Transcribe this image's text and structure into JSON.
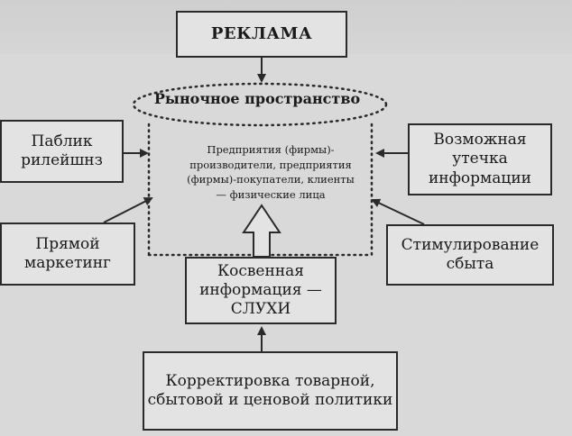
{
  "diagram": {
    "advertising": "РЕКЛАМА",
    "market_space": {
      "title": "Рыночное пространство",
      "body": "Предприятия (фирмы)-производители, предприятия (фирмы)-покупатели, клиенты — физические лица"
    },
    "public_relations": "Паблик рилейшнз",
    "info_leak": "Возможная утечка информации",
    "direct_marketing": "Прямой маркетинг",
    "sales_promotion": "Стимулирование сбыта",
    "indirect_info": "Косвенная информация — СЛУХИ",
    "policy_adjustment": "Корректировка товарной, сбытовой и ценовой политики"
  }
}
